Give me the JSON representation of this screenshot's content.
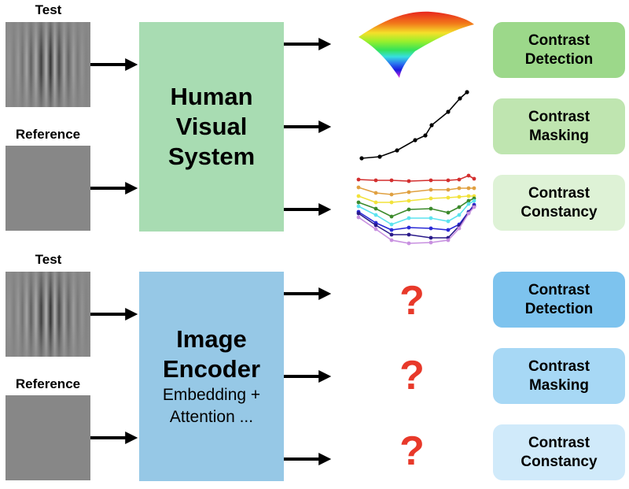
{
  "top_row": {
    "test_label": "Test",
    "reference_label": "Reference",
    "system": {
      "title_lines": [
        "Human",
        "Visual",
        "System"
      ],
      "color": "#a8dcb2"
    },
    "outputs": [
      {
        "plot": "3d-surface-rainbow",
        "task_lines": [
          "Contrast",
          "Detection"
        ],
        "color": "#9cd88a"
      },
      {
        "plot": "line-plot-rising",
        "task_lines": [
          "Contrast",
          "Masking"
        ],
        "color": "#bfe5b0"
      },
      {
        "plot": "multi-line-plot-rainbow",
        "task_lines": [
          "Contrast",
          "Constancy"
        ],
        "color": "#def2d6"
      }
    ]
  },
  "bottom_row": {
    "test_label": "Test",
    "reference_label": "Reference",
    "system": {
      "title_lines": [
        "Image",
        "Encoder"
      ],
      "subtitle_lines": [
        "Embedding +",
        "Attention ..."
      ],
      "color": "#96c8e6"
    },
    "outputs": [
      {
        "symbol": "?",
        "task_lines": [
          "Contrast",
          "Detection"
        ],
        "color": "#7dc3ee"
      },
      {
        "symbol": "?",
        "task_lines": [
          "Contrast",
          "Masking"
        ],
        "color": "#a7d8f5"
      },
      {
        "symbol": "?",
        "task_lines": [
          "Contrast",
          "Constancy"
        ],
        "color": "#d0eafa"
      }
    ]
  },
  "colors": {
    "question_mark": "#e8392a",
    "arrow": "#000000"
  }
}
